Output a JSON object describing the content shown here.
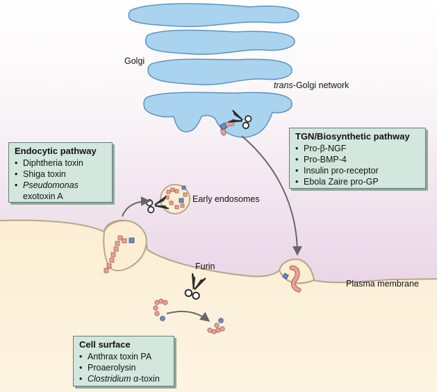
{
  "labels": {
    "golgi": "Golgi",
    "tgn_italic": "trans",
    "tgn_rest": "-Golgi network",
    "early_endosomes": "Early endosomes",
    "furin": "Furin",
    "plasma_membrane": "Plasma membrane"
  },
  "endocytic": {
    "title": "Endocytic pathway",
    "items": [
      "Diphtheria toxin",
      "Shiga toxin"
    ],
    "item3_italic": "Pseudomonas",
    "item3_rest": "exotoxin A"
  },
  "tgn_box": {
    "title": "TGN/Biosynthetic pathway",
    "items": [
      "Pro-β-NGF",
      "Pro-BMP-4",
      "Insulin pro-receptor",
      "Ebola Zaire pro-GP"
    ]
  },
  "cell_surface": {
    "title": "Cell surface",
    "items": [
      "Anthrax toxin PA",
      "Proaerolysin"
    ],
    "item3_italic": "Clostridium",
    "item3_rest": " α-toxin"
  },
  "colors": {
    "golgi_fill": "#a9d3ee",
    "golgi_stroke": "#5d93bf",
    "cytoplasm_top": "#ffffff",
    "cytoplasm_bottom": "#e9d4e6",
    "extracellular": "#fbeed3",
    "membrane_stroke": "#b7a589",
    "box_fill": "#d3e7df",
    "cargo_pink": "#e8a397",
    "cargo_blue": "#6d8cc8",
    "arrow_gray": "#666666"
  },
  "icons": [
    "scissors-icon",
    "arrow-icon"
  ]
}
